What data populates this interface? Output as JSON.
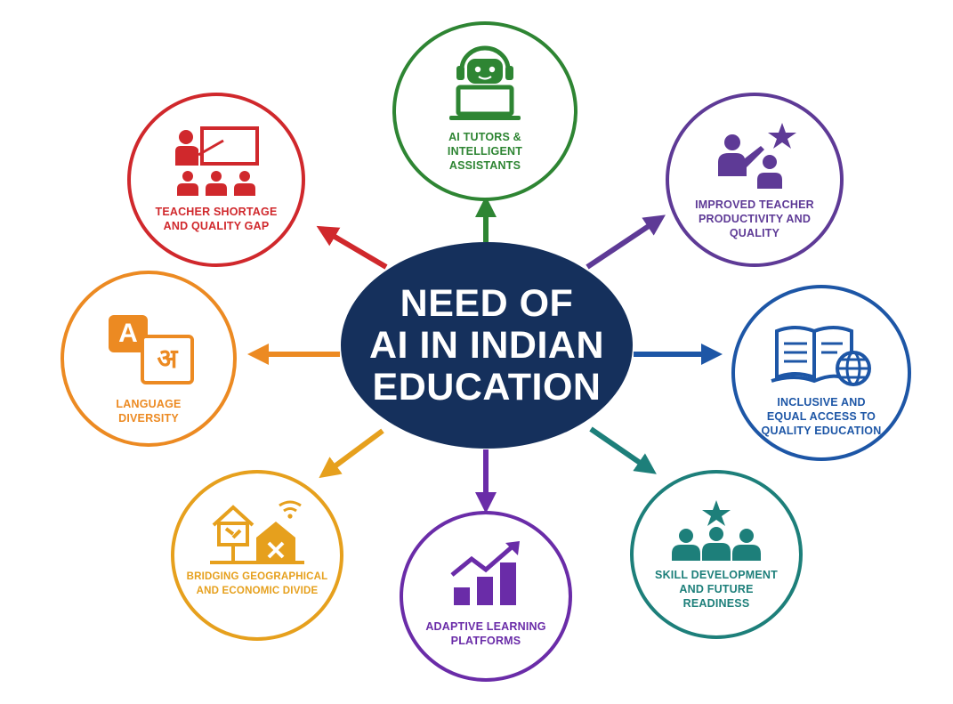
{
  "center": {
    "title": "NEED OF\nAI IN INDIAN\nEDUCATION"
  },
  "colors": {
    "hub": "#15305c",
    "green": "#2e8533",
    "purple": "#5e3a96",
    "blue": "#1d56a6",
    "teal": "#1d7f7a",
    "violet": "#6a2ca8",
    "gold": "#e6a01d",
    "orange": "#ec8a22",
    "red": "#d0282c"
  },
  "nodes": {
    "ai_tutors": {
      "label": "AI TUTORS &\nINTELLIGENT\nASSISTANTS",
      "icon": "robot-laptop-icon"
    },
    "teacher_productivity": {
      "label": "IMPROVED TEACHER\nPRODUCTIVITY AND\nQUALITY",
      "icon": "teacher-star-icon"
    },
    "inclusive_access": {
      "label": "INCLUSIVE AND\nEQUAL ACCESS TO\nQUALITY EDUCATION",
      "icon": "book-globe-icon"
    },
    "skill_development": {
      "label": "SKILL DEVELOPMENT\nAND FUTURE\nREADINESS",
      "icon": "team-star-icon"
    },
    "adaptive_learning": {
      "label": "ADAPTIVE LEARNING\nPLATFORMS",
      "icon": "growth-chart-icon"
    },
    "geo_divide": {
      "label": "BRIDGING GEOGRAPHICAL\nAND ECONOMIC DIVIDE",
      "icon": "house-wifi-icon"
    },
    "language_diversity": {
      "label": "LANGUAGE\nDIVERSITY",
      "icon": "translate-bubbles-icon",
      "glyph_latin": "A",
      "glyph_hindi": "अ"
    },
    "teacher_shortage": {
      "label": "TEACHER SHORTAGE\nAND QUALITY GAP",
      "icon": "classroom-board-icon"
    }
  }
}
